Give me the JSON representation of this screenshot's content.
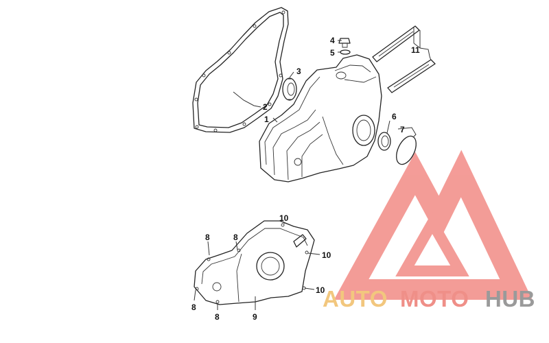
{
  "diagram": {
    "callouts": {
      "c1": "1",
      "c2": "2",
      "c3": "3",
      "c4": "4",
      "c5": "5",
      "c6": "6",
      "c7": "7",
      "c8a": "8",
      "c8b": "8",
      "c8c": "8",
      "c8d": "8",
      "c9": "9",
      "c10a": "10",
      "c10b": "10",
      "c10c": "10",
      "c11": "11"
    }
  },
  "watermark": {
    "part1": "AUTO",
    "part2": "MOTO",
    "part3": "HUB",
    "colors": {
      "auto": "#f2c77e",
      "moto": "#ef8f88",
      "hub": "#9a9a9a",
      "logo": "#f28b86"
    }
  }
}
